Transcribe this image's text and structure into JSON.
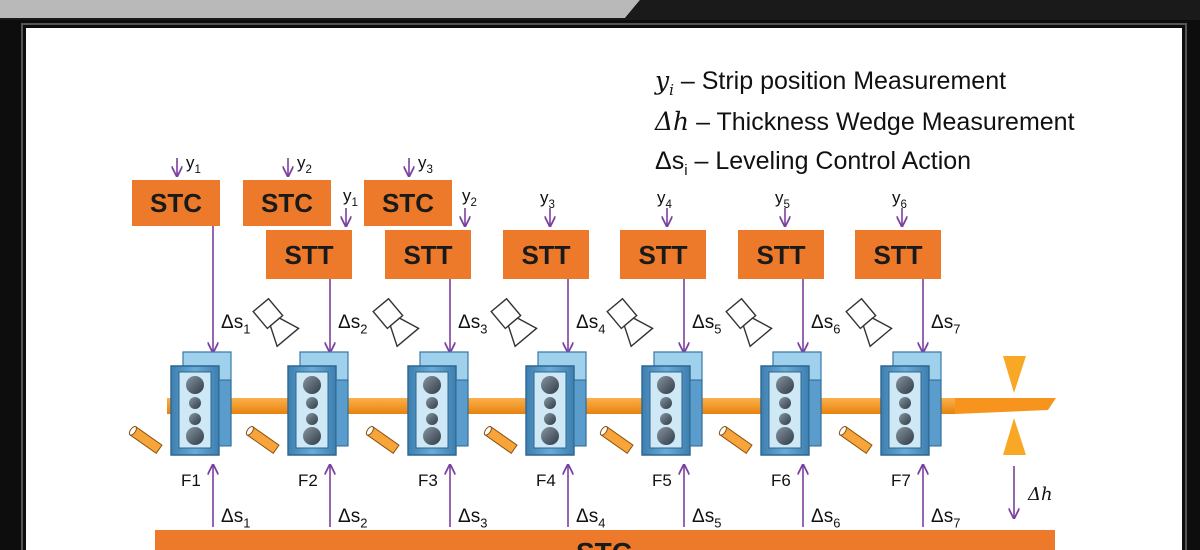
{
  "legend": [
    {
      "symbol": "y",
      "sub": "i",
      "text": " –  Strip position Measurement"
    },
    {
      "symbol": "Δh",
      "sub": "",
      "text": " – Thickness Wedge Measurement"
    },
    {
      "symbol": "Δs",
      "sub": "i",
      "text": " – Leveling Control Action"
    }
  ],
  "stc_label": "STC",
  "stt_label": "STT",
  "stc_bottom_label": "STC",
  "stc_blocks": [
    {
      "meas": "y",
      "sub": "1"
    },
    {
      "meas": "y",
      "sub": "2"
    },
    {
      "meas": "y",
      "sub": "3"
    }
  ],
  "stands": [
    {
      "name": "F1",
      "stt_meas": null,
      "stt_sub": null,
      "control_top": "Δs",
      "control_top_sub": "1",
      "control_bottom": "Δs",
      "control_bottom_sub": "1"
    },
    {
      "name": "F2",
      "stt_meas": "y",
      "stt_sub": "1",
      "control_top": "Δs",
      "control_top_sub": "2",
      "control_bottom": "Δs",
      "control_bottom_sub": "2"
    },
    {
      "name": "F3",
      "stt_meas": "y",
      "stt_sub": "2",
      "control_top": "Δs",
      "control_top_sub": "3",
      "control_bottom": "Δs",
      "control_bottom_sub": "3"
    },
    {
      "name": "F4",
      "stt_meas": "y",
      "stt_sub": "3",
      "control_top": "Δs",
      "control_top_sub": "4",
      "control_bottom": "Δs",
      "control_bottom_sub": "4"
    },
    {
      "name": "F5",
      "stt_meas": "y",
      "stt_sub": "4",
      "control_top": "Δs",
      "control_top_sub": "5",
      "control_bottom": "Δs",
      "control_bottom_sub": "5"
    },
    {
      "name": "F6",
      "stt_meas": "y",
      "stt_sub": "5",
      "control_top": "Δs",
      "control_top_sub": "6",
      "control_bottom": "Δs",
      "control_bottom_sub": "6"
    },
    {
      "name": "F7",
      "stt_meas": "y",
      "stt_sub": "6",
      "control_top": "Δs",
      "control_top_sub": "7",
      "control_bottom": "Δs",
      "control_bottom_sub": "7"
    }
  ],
  "wedge_label": "Δh",
  "colors": {
    "orange_block": "#ec7a2a",
    "strip_orange": "#f7941d",
    "wedge_gold": "#f9a825",
    "arrow_purple": "#7b3fa0",
    "stand_blue": "#4a90c0",
    "stand_blue_light": "#8cc4e6",
    "roll_dark": "#4d5a66",
    "frame_black": "#111111"
  }
}
